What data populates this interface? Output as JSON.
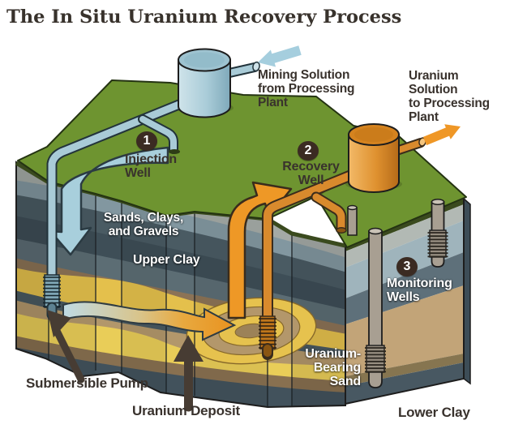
{
  "title": "The In Situ Uranium Recovery Process",
  "annotations": {
    "mining_solution": "Mining Solution\nfrom Processing\nPlant",
    "uranium_solution": "Uranium\nSolution\nto Processing\nPlant",
    "submersible_pump": "Submersible Pump",
    "uranium_deposit": "Uranium Deposit"
  },
  "numbered_labels": [
    {
      "number": "1",
      "label": "Injection\nWell"
    },
    {
      "number": "2",
      "label": "Recovery\nWell"
    },
    {
      "number": "3",
      "label": "Monitoring\nWells"
    }
  ],
  "layer_labels": {
    "sands_clays_gravels": "Sands, Clays,\nand Gravels",
    "upper_clay": "Upper Clay",
    "uranium_bearing_sand": "Uranium-\nBearing\nSand",
    "lower_clay": "Lower Clay"
  },
  "palette": {
    "grass_green": "#6e9430",
    "mining_solution_blue": "#a8cfdc",
    "uranium_solution_orange": "#ee9826",
    "pipe_blue": "#a9cbd7",
    "pipe_orange": "#d98a2d",
    "badge_brown": "#3b2b22",
    "sand_yellow": "#e4c04c",
    "clay_slate": "#4a5b63",
    "sand_tan": "#c2a478",
    "lower_clay_dark": "#485862",
    "well_gray": "#a89f92",
    "text_dark": "#39322d"
  }
}
